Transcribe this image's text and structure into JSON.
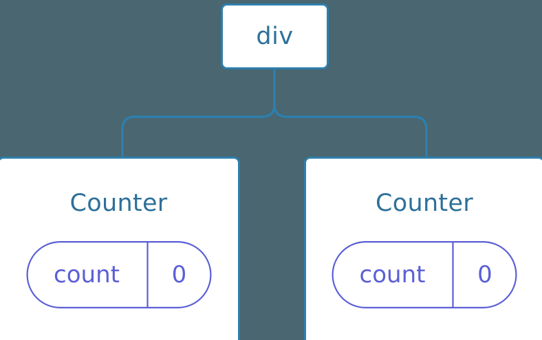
{
  "diagram": {
    "type": "component-tree",
    "background_color": "#4a6670",
    "node_border_color": "#2d7fae",
    "node_fill_color": "#ffffff",
    "node_text_color": "#2d7099",
    "edge_color": "#2d7fae",
    "state_stroke_color": "#5b5fd6",
    "state_text_color": "#5b5fd6",
    "root": {
      "label": "div"
    },
    "children": [
      {
        "title": "Counter",
        "state": {
          "key": "count",
          "value": "0"
        }
      },
      {
        "title": "Counter",
        "state": {
          "key": "count",
          "value": "0"
        }
      }
    ]
  }
}
